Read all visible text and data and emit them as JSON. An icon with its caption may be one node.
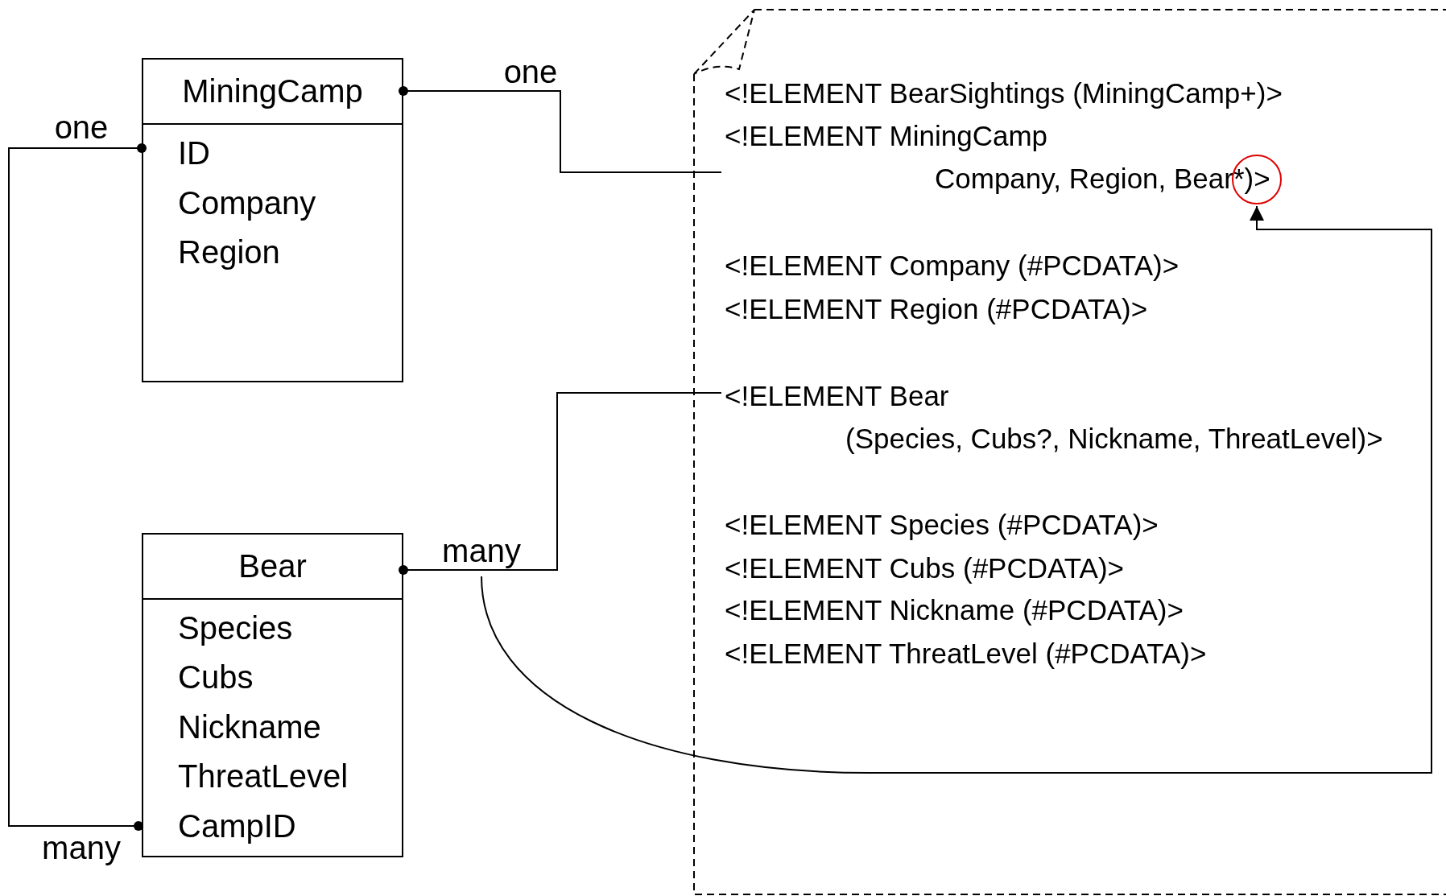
{
  "diagram": {
    "nodes": [
      {
        "text": [
          "MiningCamp"
        ]
      },
      {
        "text": [
          "ID"
        ],
        "in": 0
      },
      {
        "text": [
          "Company"
        ],
        "in": 0
      },
      {
        "text": [
          "Region"
        ],
        "in": 0
      },
      {
        "text": [
          "Bear"
        ]
      },
      {
        "text": [
          "Species"
        ],
        "in": 4
      },
      {
        "text": [
          "Cubs"
        ],
        "in": 4
      },
      {
        "text": [
          "Nickname"
        ],
        "in": 4
      },
      {
        "text": [
          "ThreatLevel"
        ],
        "in": 4
      },
      {
        "text": [
          "CampID"
        ],
        "in": 4
      },
      {
        "text": [
          "many"
        ]
      },
      {
        "text": [],
        "shape": "page"
      },
      {
        "text": [
          "<!ELEMENT BearSightings (MiningCamp+)>"
        ],
        "in": 11
      },
      {
        "text": [
          "<!ELEMENT MiningCamp",
          "Company, Region, Bear*)>"
        ],
        "in": 11
      },
      {
        "text": [],
        "shape": "circle",
        "in": 11
      },
      {
        "text": [
          "<!ELEMENT Company (#PCDATA)>"
        ],
        "in": 11
      },
      {
        "text": [
          "<!ELEMENT Region (#PCDATA)>"
        ],
        "in": 11
      },
      {
        "text": [
          "<!ELEMENT Bear",
          "(Species, Cubs?, Nickname, ThreatLevel)>"
        ],
        "in": 11
      },
      {
        "text": [
          "<!ELEMENT Species (#PCDATA)>"
        ],
        "in": 11
      },
      {
        "text": [
          "<!ELEMENT Cubs (#PCDATA)>"
        ],
        "in": 11
      },
      {
        "text": [
          "<!ELEMENT Nickname (#PCDATA)>"
        ],
        "in": 11
      },
      {
        "text": [
          "<!ELEMENT ThreatLevel (#PCDATA)>"
        ],
        "in": 11
      }
    ],
    "edges": [
      {
        "from": 1,
        "to": 9,
        "arrow": "other"
      },
      {
        "from": 0,
        "to": 13,
        "arrow": "other",
        "label": "one"
      },
      {
        "from": 4,
        "to": 17,
        "arrow": "other"
      },
      {
        "from": 10,
        "to": 14,
        "arrow": "to"
      }
    ],
    "labels": [
      "one",
      "many"
    ]
  }
}
